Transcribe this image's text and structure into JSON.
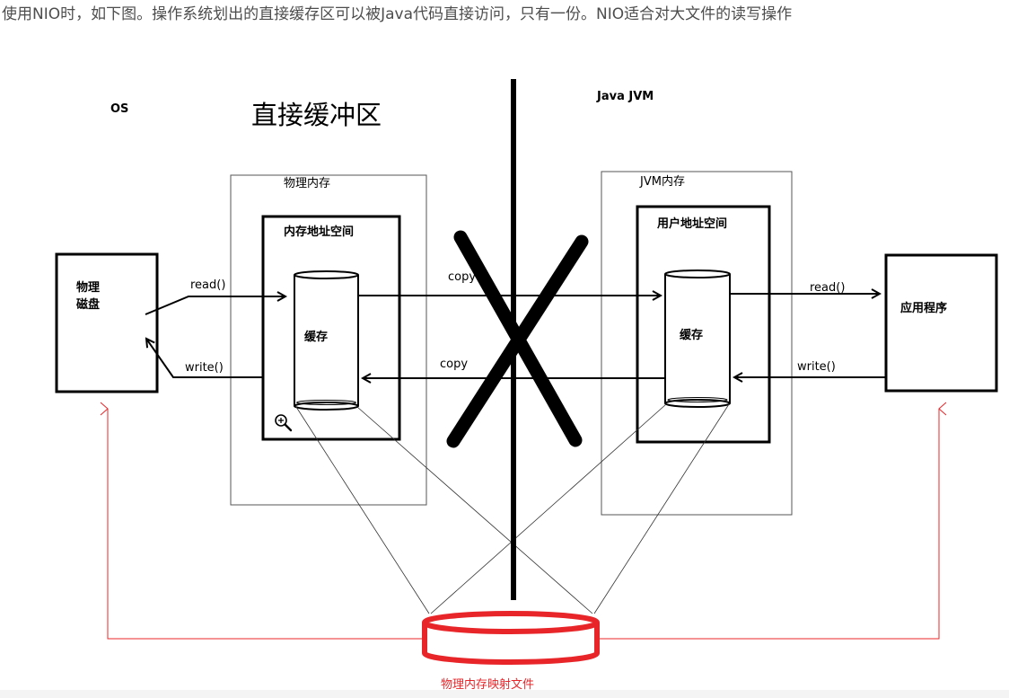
{
  "article": {
    "intro_text": "使用NIO时，如下图。操作系统划出的直接缓存区可以被Java代码直接访问，只有一份。NIO适合对大文件的读写操作"
  },
  "diagram": {
    "os_label": "OS",
    "jvm_label": "Java JVM",
    "direct_buffer_title": "直接缓冲区",
    "physical_memory_label": "物理内存",
    "memory_address_space_label": "内存地址空间",
    "jvm_memory_label": "JVM内存",
    "user_address_space_label": "用户地址空间",
    "disk_label_line1": "物理",
    "disk_label_line2": "磁盘",
    "cache_left_label": "缓存",
    "cache_right_label": "缓存",
    "app_label": "应用程序",
    "read_left": "read()",
    "write_left": "write()",
    "copy_top": "copy",
    "copy_bottom": "copy",
    "read_right": "read()",
    "write_right": "write()",
    "mapped_file_label": "物理内存映射文件",
    "accent_color": "#e8262a",
    "zoom_icon": "zoom-in-icon"
  }
}
